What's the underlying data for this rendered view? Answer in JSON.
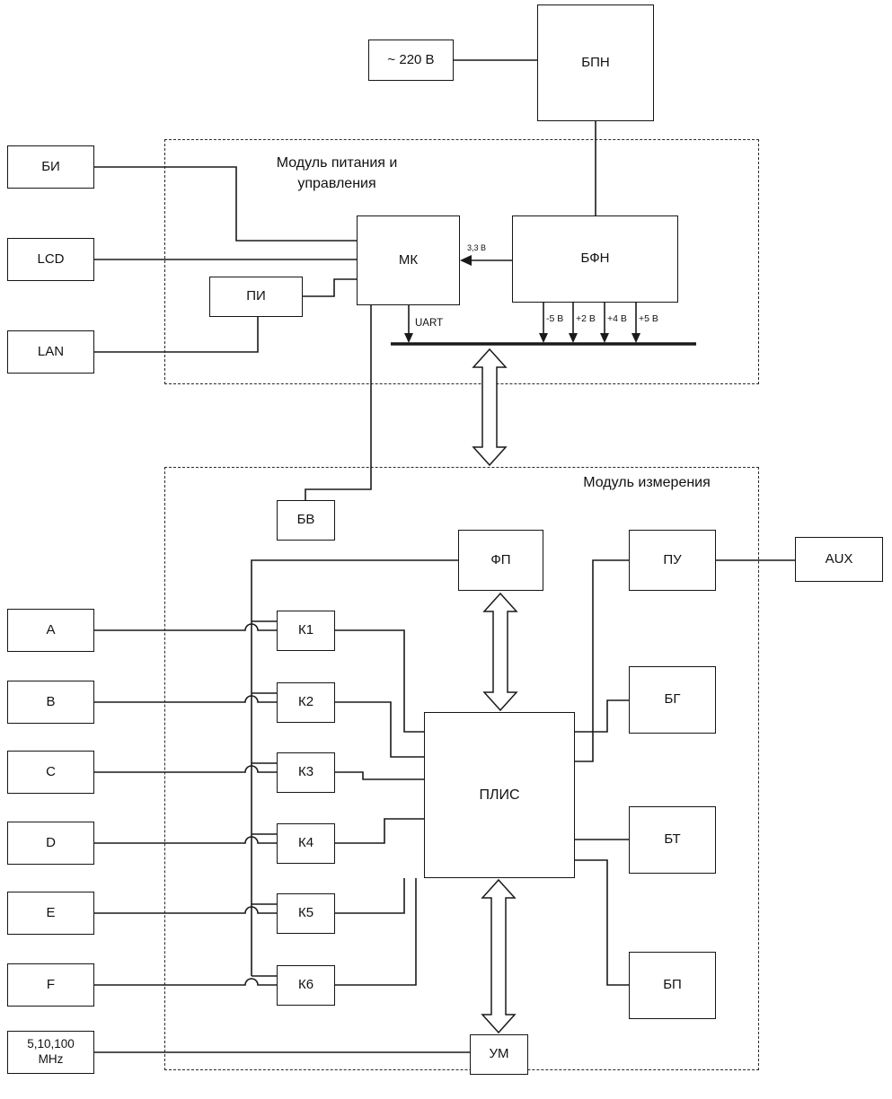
{
  "diagram": {
    "modules": {
      "power": {
        "title_line1": "Модуль питания и",
        "title_line2": "управления"
      },
      "measure": {
        "title": "Модуль измерения"
      }
    },
    "boxes": {
      "v220": "~ 220 В",
      "bpn": "БПН",
      "bi": "БИ",
      "lcd": "LCD",
      "lan": "LAN",
      "mk": "МК",
      "bfn": "БФН",
      "pi": "ПИ",
      "bv": "БВ",
      "fp": "ФП",
      "pu": "ПУ",
      "aux": "AUX",
      "a": "A",
      "b": "B",
      "c": "C",
      "d": "D",
      "e": "E",
      "f": "F",
      "k1": "К1",
      "k2": "К2",
      "k3": "К3",
      "k4": "К4",
      "k5": "К5",
      "k6": "К6",
      "plis": "ПЛИС",
      "bg": "БГ",
      "bt": "БТ",
      "bp": "БП",
      "um": "УМ",
      "mhz_line1": "5,10,100",
      "mhz_line2": "MHz"
    },
    "labels": {
      "v33": "3,3 В",
      "uart": "UART",
      "neg5": "-5 В",
      "pos2": "+2 В",
      "pos4": "+4 В",
      "pos5": "+5 В"
    },
    "colors": {
      "line": "#1a1a1a",
      "background": "#ffffff"
    }
  }
}
